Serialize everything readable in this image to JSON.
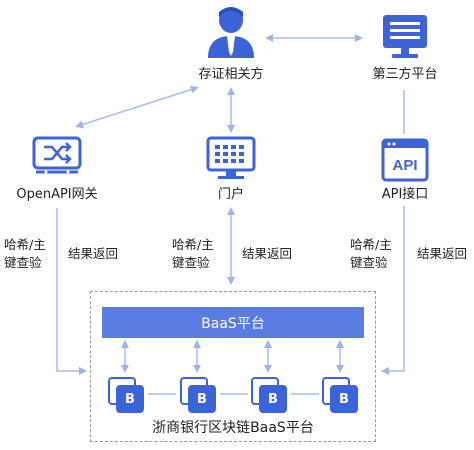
{
  "nodes": {
    "evidence_party": "存证相关方",
    "third_party": "第三方平台",
    "openapi": "OpenAPI网关",
    "portal": "门户",
    "api": "API接口"
  },
  "api_icon_text": "API",
  "notes": {
    "left_hash": [
      "哈希/主",
      "键查验"
    ],
    "left_result": "结果返回",
    "mid_hash": [
      "哈希/主",
      "键查验"
    ],
    "mid_result": "结果返回",
    "right_hash": [
      "哈希/主",
      "键查验"
    ],
    "right_result": "结果返回"
  },
  "baas_bar": "BaaS平台",
  "block_letter": "B",
  "platform_caption": "浙商银行区块链BaaS平台",
  "colors": {
    "primary": "#3d63d8",
    "bar": "#5a7be0",
    "connector": "#a9bbf0"
  }
}
